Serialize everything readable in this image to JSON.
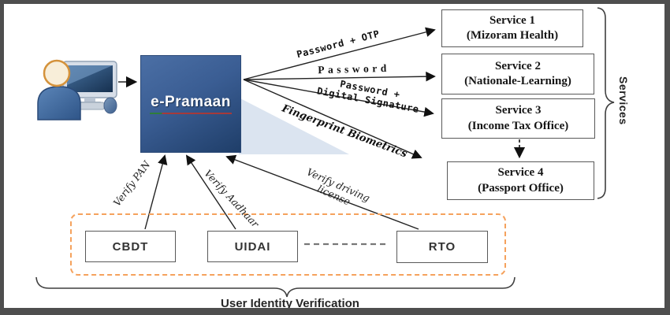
{
  "hub": {
    "label": "e-Pramaan"
  },
  "auth_arrows": {
    "to_service1": "Password + OTP",
    "to_service2": "Password",
    "to_service3_line1": "Password +",
    "to_service3_line2": "Digital Signature",
    "to_service4": "Fingerprint Biometrics"
  },
  "services": {
    "group_label": "Services",
    "items": [
      {
        "title": "Service 1",
        "subtitle": "(Mizoram Health)"
      },
      {
        "title": "Service 2",
        "subtitle": "(Nationale-Learning)"
      },
      {
        "title": "Service 3",
        "subtitle": "(Income Tax Office)"
      },
      {
        "title": "Service 4",
        "subtitle": "(Passport Office)"
      }
    ]
  },
  "identity_verification": {
    "group_label": "User Identity Verification",
    "agencies": [
      {
        "name": "CBDT",
        "verify_label": "Verify PAN"
      },
      {
        "name": "UIDAI",
        "verify_label": "Verify Aadhaar"
      },
      {
        "name": "RTO",
        "verify_label_line1": "Verify driving",
        "verify_label_line2": "license"
      }
    ]
  },
  "colors": {
    "hub_gradient_top": "#4b6fa5",
    "hub_gradient_bottom": "#1f3e69",
    "hub_underline_green": "#2f7d3a",
    "hub_underline_red": "#a63a3a",
    "beam_wedge": "#dbe4f0",
    "verification_dashed_border": "#f5a25d",
    "arrow_stroke": "#1a1a1a",
    "outer_frame": "#4e4e4e"
  }
}
